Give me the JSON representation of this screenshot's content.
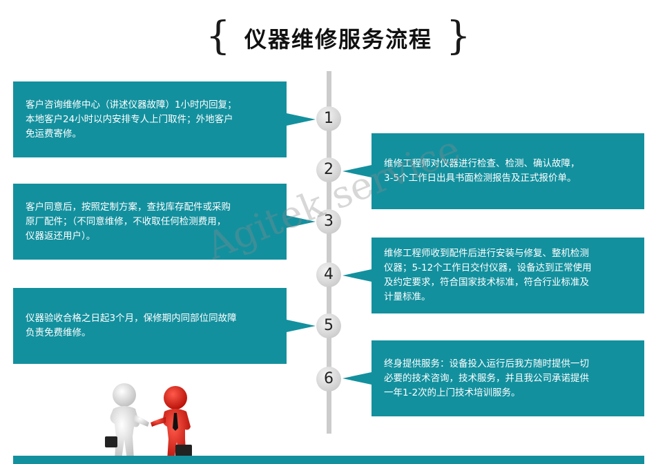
{
  "title": "仪器维修服务流程",
  "brace_left": "{",
  "brace_right": "}",
  "watermark": "Agitek service",
  "steps": [
    {
      "number": "1",
      "side": "left",
      "lines": [
        "客户咨询维修中心（讲述仪器故障）1小时内回复；",
        "本地客户24小时以内安排专人上门取件；外地客户",
        "免运费寄修。"
      ]
    },
    {
      "number": "2",
      "side": "right",
      "lines": [
        "维修工程师对仪器进行检查、检测、确认故障，",
        "3-5个工作日出具书面检测报告及正式报价单。"
      ]
    },
    {
      "number": "3",
      "side": "left",
      "lines": [
        "客户同意后，按照定制方案，查找库存配件或采购",
        "原厂配件；（不同意维修，不收取任何检测费用，",
        "仪器返还用户）。"
      ]
    },
    {
      "number": "4",
      "side": "right",
      "lines": [
        "维修工程师收到配件后进行安装与修复、整机检测",
        "仪器；5-12个工作日交付仪器，设备达到正常使用",
        "及约定要求，符合国家技术标准，符合行业标准及",
        "计量标准。"
      ]
    },
    {
      "number": "5",
      "side": "left",
      "lines": [
        "仪器验收合格之日起3个月，保修期内同部位同故障",
        "负责免费维修。"
      ]
    },
    {
      "number": "6",
      "side": "right",
      "lines": [
        "终身提供服务：设备投入运行后我方随时提供一切",
        "必要的技术咨询，技术服务，并且我公司承诺提供",
        "一年1-2次的上门技术培训服务。"
      ]
    }
  ],
  "colors": {
    "teal": "#13909e",
    "timeline": "#cccccc",
    "node": "#d9d9d9"
  },
  "illustration": "handshake-figures"
}
